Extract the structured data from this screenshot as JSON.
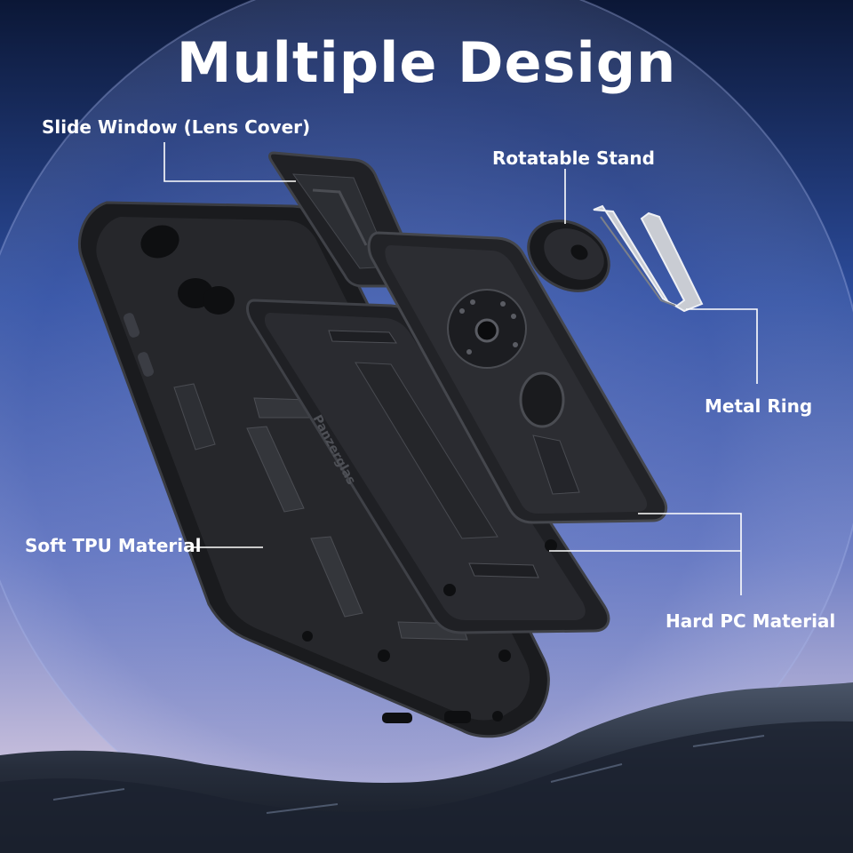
{
  "title": "Multiple Design",
  "labels": {
    "slide_window": "Slide Window (Lens Cover)",
    "rotatable_stand": "Rotatable Stand",
    "metal_ring": "Metal Ring",
    "soft_tpu": "Soft TPU Material",
    "hard_pc": "Hard PC Material"
  },
  "case_engraving": "Panzerglas",
  "colors": {
    "sky_top": "#0d1b3e",
    "sky_mid": "#3f63b8",
    "sky_bottom": "#c7bedb",
    "case": "#1b1c1f",
    "callout_line": "#ffffff"
  }
}
